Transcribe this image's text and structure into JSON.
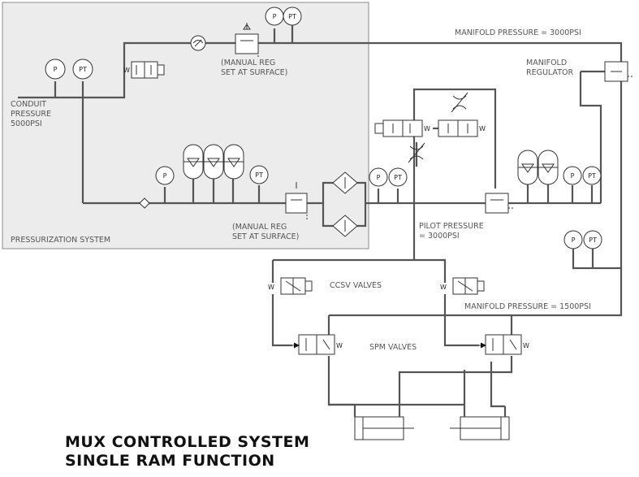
{
  "title": {
    "line1": "MUX CONTROLLED SYSTEM",
    "line2": "SINGLE RAM FUNCTION"
  },
  "labels": {
    "conduit_pressure": [
      "CONDUIT",
      "PRESSURE",
      "5000PSI"
    ],
    "manual_reg_top": [
      "(MANUAL REG",
      "SET AT SURFACE)"
    ],
    "manual_reg_bottom": [
      "(MANUAL REG",
      "SET AT SURFACE)"
    ],
    "manifold_pressure_high": "MANIFOLD PRESSURE = 3000PSI",
    "manifold_regulator": [
      "MANIFOLD",
      "REGULATOR"
    ],
    "pilot_pressure": [
      "PILOT PRESSURE",
      "= 3000PSI"
    ],
    "ccsv_valves": "CCSV VALVES",
    "manifold_pressure_low": "MANIFOLD PRESSURE = 1500PSI",
    "spm_valves": "SPM VALVES",
    "pressurization_system": "PRESSURIZATION SYSTEM"
  },
  "gauge_text": {
    "pressure": "P",
    "transducer": "PT"
  },
  "colors": {
    "panel_fill": "#ececec",
    "panel_border": "#8a8a8a",
    "line": "#555555"
  }
}
